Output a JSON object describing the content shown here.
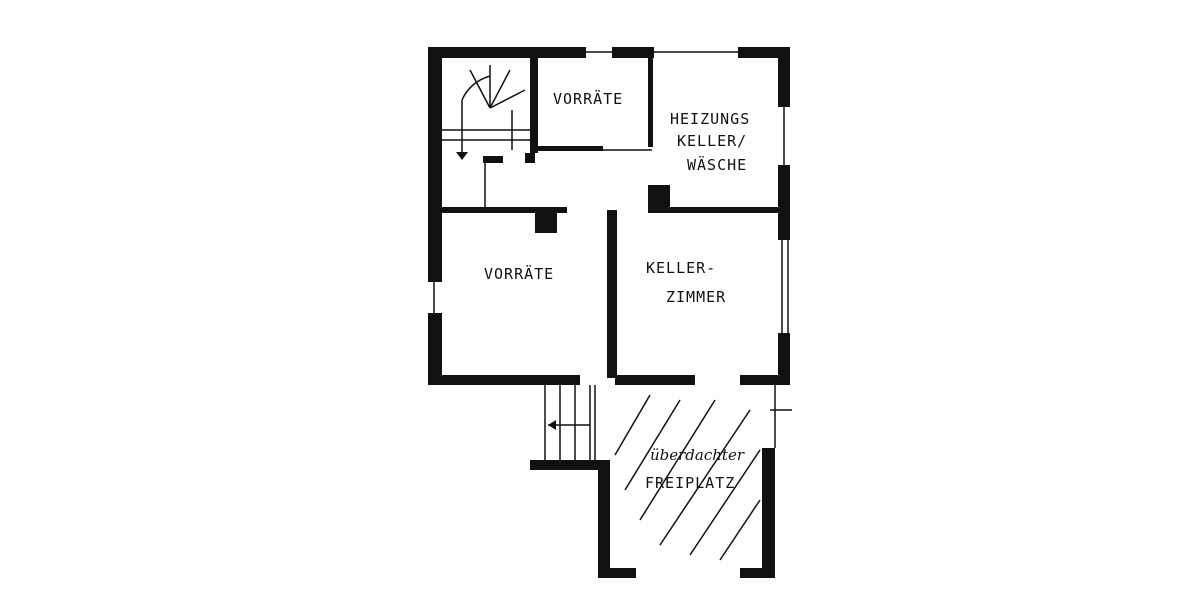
{
  "rooms": {
    "storage_top": "VORRÄTE",
    "heating_line1": "HEIZUNGS",
    "heating_line2": "KELLER/",
    "heating_line3": "WÄSCHE",
    "storage_bottom": "VORRÄTE",
    "cellar_line1": "KELLER-",
    "cellar_line2": "ZIMMER",
    "terrace_line1": "überdachter",
    "terrace_line2": "FREIPLATZ"
  }
}
